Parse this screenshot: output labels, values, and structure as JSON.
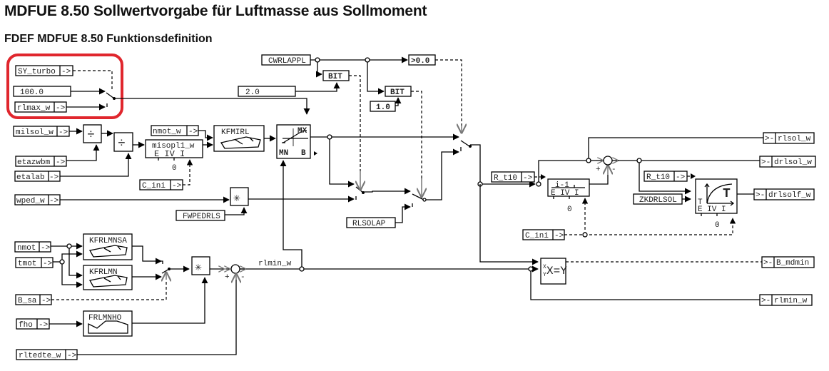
{
  "header": {
    "title": "MDFUE 8.50 Sollwertvorgabe für Luftmasse aus Sollmoment",
    "subtitle": "FDEF MDFUE 8.50 Funktionsdefinition"
  },
  "highlight": {
    "color": "#e0262d"
  },
  "inputs": {
    "sy_turbo": "SY_turbo",
    "rlmax_w": "rlmax_w",
    "milsol_w": "milsol_w",
    "etazwbm": "etazwbm",
    "etalab": "etalab",
    "nmot_w": "nmot_w",
    "c_ini_1": "C_ini",
    "wped_w": "wped_w",
    "nmot": "nmot",
    "tmot": "tmot",
    "b_sa": "B_sa",
    "fho": "fho",
    "rltedte_w": "rltedte_w",
    "r_t10_1": "R_t10",
    "r_t10_2": "R_t10",
    "c_ini_2": "C_ini",
    "arrow": "->"
  },
  "constants": {
    "c100": "100.0",
    "c2": "2.0",
    "c1": "1.0",
    "cwrlappl": "CWRLAPPL",
    "fwpedrls": "FWPEDRLS",
    "rlsolap": "RLSOLAP",
    "zkdrlsol": "ZKDRLSOL"
  },
  "blocks": {
    "misopl1": "misopl1_w",
    "misopl1_ports": "E  IV  I",
    "kfmirl": "KFMIRL",
    "kfrlmnsa": "KFRLMNSA",
    "kfrlmn": "KFRLMN",
    "frlmnho": "FRLMNHO",
    "bit": "BIT",
    "gt": ">0.0",
    "mx": "MX",
    "mn": "MN",
    "b": "B",
    "i1": "i-1",
    "delay_ports": "E  IV  I",
    "pt1_ports": "E  IV  I",
    "pt1_t": "T",
    "pt1_tt": "T",
    "xy": "X=Y",
    "x": "X",
    "y": "Y",
    "zero": "0",
    "plus": "+",
    "minus": "-",
    "div": "÷",
    "mul": "✳"
  },
  "signals": {
    "rlmin_w_label": "rlmin_w"
  },
  "outputs": {
    "arrow": ">-",
    "rlsol_w": "rlsol_w",
    "drlsol_w": "drlsol_w",
    "drlsolf_w": "drlsolf_w",
    "b_mdmin": "B_mdmin",
    "rlmin_w": "rlmin_w"
  }
}
